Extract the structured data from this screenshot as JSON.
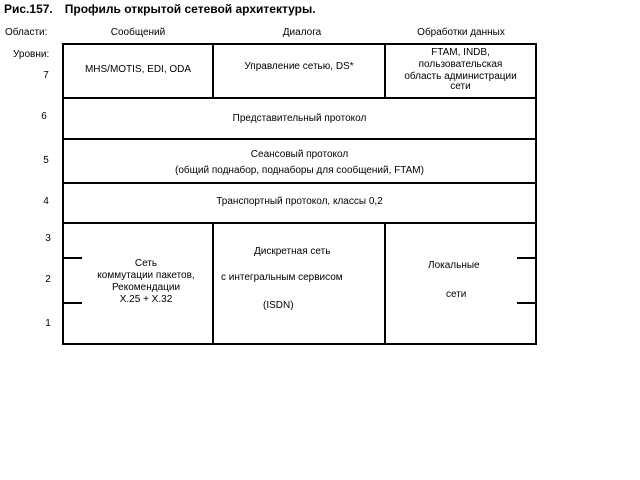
{
  "title": {
    "figure": "Рис.157.",
    "text": "Профиль открытой сетевой архитектуры."
  },
  "areas_label": "Области:",
  "areas": [
    "Сообщений",
    "Диалога",
    "Обработки данных"
  ],
  "levels_label": "Уровни:",
  "levels": [
    "7",
    "6",
    "5",
    "4",
    "3",
    "2",
    "1"
  ],
  "layer7": {
    "messages": "MHS/MOTIS, EDI, ODA",
    "dialog": "Управление сетью, DS*",
    "data_lines": [
      "FTAM, INDB,",
      "пользовательская",
      "область администрации",
      "сети"
    ]
  },
  "layer6": "Представительный протокол",
  "layer5": {
    "line1": "Сеансовый протокол",
    "line2": "(общий поднабор, поднаборы для сообщений, FTAM)"
  },
  "layer4": "Транспортный протокол,  классы 0,2",
  "lower": {
    "packet_lines": [
      "Сеть",
      "коммутации пакетов,",
      "Рекомендации",
      "X.25 + X.32"
    ],
    "isdn_line1": "Дискретная сеть",
    "isdn_line2": "с  интегральным сервисом",
    "isdn_line3": "(ISDN)",
    "local_line1": "Локальные",
    "local_line2": "сети"
  }
}
